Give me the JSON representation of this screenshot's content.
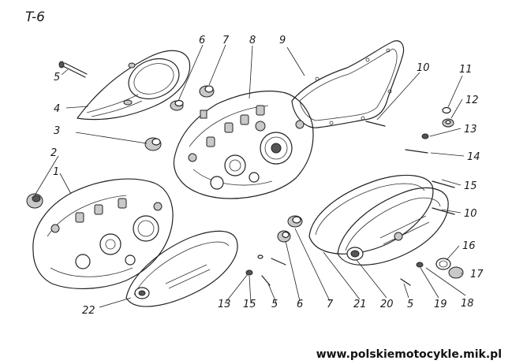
{
  "figure": {
    "title": "T-6",
    "footer_url": "www.polskiemotocykle.mik.pl"
  },
  "callouts": [
    {
      "id": "c1",
      "text": "1"
    },
    {
      "id": "c2",
      "text": "2"
    },
    {
      "id": "c3",
      "text": "3"
    },
    {
      "id": "c4",
      "text": "4"
    },
    {
      "id": "c5a",
      "text": "5"
    },
    {
      "id": "c6a",
      "text": "6"
    },
    {
      "id": "c7a",
      "text": "7"
    },
    {
      "id": "c8",
      "text": "8"
    },
    {
      "id": "c9",
      "text": "9"
    },
    {
      "id": "c10a",
      "text": "10"
    },
    {
      "id": "c11",
      "text": "11"
    },
    {
      "id": "c12",
      "text": "12"
    },
    {
      "id": "c13a",
      "text": "13"
    },
    {
      "id": "c14",
      "text": "14"
    },
    {
      "id": "c15a",
      "text": "15"
    },
    {
      "id": "c10b",
      "text": "10"
    },
    {
      "id": "c16",
      "text": "16"
    },
    {
      "id": "c17",
      "text": "17"
    },
    {
      "id": "c18",
      "text": "18"
    },
    {
      "id": "c19",
      "text": "19"
    },
    {
      "id": "c5b",
      "text": "5"
    },
    {
      "id": "c20",
      "text": "20"
    },
    {
      "id": "c21",
      "text": "21"
    },
    {
      "id": "c7b",
      "text": "7"
    },
    {
      "id": "c6b",
      "text": "6"
    },
    {
      "id": "c5c",
      "text": "5"
    },
    {
      "id": "c15b",
      "text": "15"
    },
    {
      "id": "c13b",
      "text": "13"
    },
    {
      "id": "c22",
      "text": "22"
    }
  ]
}
